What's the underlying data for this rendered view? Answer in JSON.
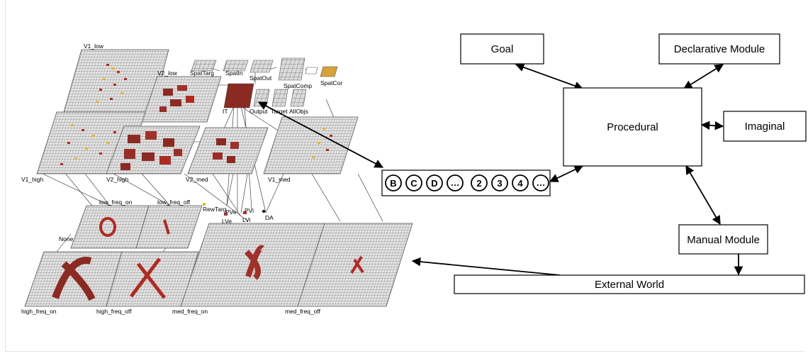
{
  "architecture": {
    "modules": [
      {
        "id": "goal",
        "label": "Goal"
      },
      {
        "id": "declarative",
        "label": "Declarative Module"
      },
      {
        "id": "procedural",
        "label": "Procedural"
      },
      {
        "id": "imaginal",
        "label": "Imaginal"
      },
      {
        "id": "manual",
        "label": "Manual Module"
      },
      {
        "id": "external",
        "label": "External World"
      }
    ],
    "symbols": [
      "B",
      "C",
      "D",
      "…",
      "2",
      "3",
      "4",
      "…"
    ]
  },
  "network": {
    "layers": [
      {
        "id": "v1_low",
        "label": "V1_low"
      },
      {
        "id": "v2_low",
        "label": "V2_low"
      },
      {
        "id": "spat_targ",
        "label": "SpatTarg"
      },
      {
        "id": "spat_in",
        "label": "SpatIn"
      },
      {
        "id": "spat_out",
        "label": "SpatOut"
      },
      {
        "id": "spat_comp",
        "label": "SpatComp"
      },
      {
        "id": "spat_cor",
        "label": "SpatCor"
      },
      {
        "id": "it",
        "label": "IT"
      },
      {
        "id": "output",
        "label": "Output"
      },
      {
        "id": "target",
        "label": "Target"
      },
      {
        "id": "allobjs",
        "label": "AllObjs"
      },
      {
        "id": "v1_high",
        "label": "V1_high"
      },
      {
        "id": "v2_high",
        "label": "V2_high"
      },
      {
        "id": "v2_med",
        "label": "V2_med"
      },
      {
        "id": "v1_med",
        "label": "V1_med"
      },
      {
        "id": "low_freq_on",
        "label": "low_freq_on"
      },
      {
        "id": "low_freq_off",
        "label": "low_freq_off"
      },
      {
        "id": "rew_targ",
        "label": "RewTarg"
      },
      {
        "id": "pve",
        "label": "PVe"
      },
      {
        "id": "pvi",
        "label": "PVi"
      },
      {
        "id": "lve",
        "label": "LVe"
      },
      {
        "id": "lvi",
        "label": "LVi"
      },
      {
        "id": "da",
        "label": "DA"
      },
      {
        "id": "none",
        "label": "None"
      },
      {
        "id": "high_freq_on",
        "label": "high_freq_on"
      },
      {
        "id": "high_freq_off",
        "label": "high_freq_off"
      },
      {
        "id": "med_freq_on",
        "label": "med_freq_on"
      },
      {
        "id": "med_freq_off",
        "label": "med_freq_off"
      }
    ]
  },
  "colors": {
    "grid_fill": "#e4e4e4",
    "grid_line": "#7a7a7a",
    "unit_red": "#b02a22",
    "unit_yellow": "#e6b52a",
    "stroke": "#000000"
  }
}
